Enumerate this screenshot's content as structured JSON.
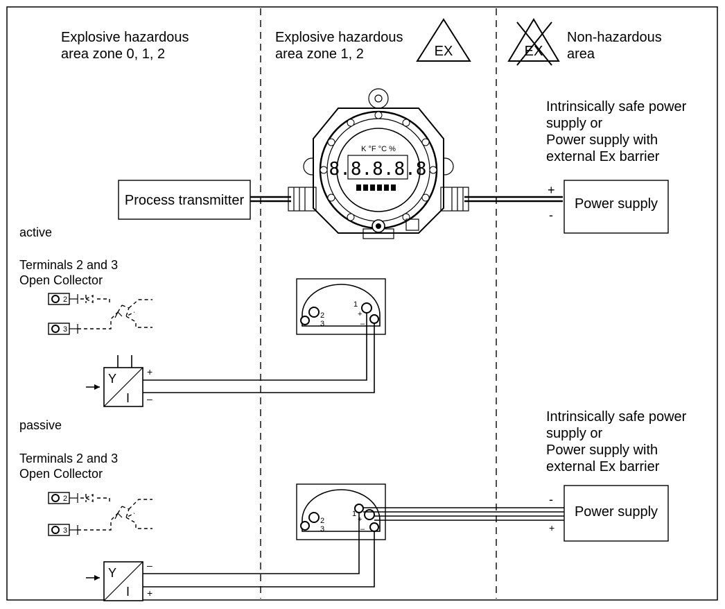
{
  "zones": {
    "zone012": {
      "line1": "Explosive hazardous",
      "line2": "area zone 0, 1, 2"
    },
    "zone12": {
      "line1": "Explosive hazardous",
      "line2": "area zone 1, 2",
      "symbol": "EX"
    },
    "nonhaz": {
      "line1": "Non-hazardous",
      "line2": "area",
      "symbol": "EX"
    }
  },
  "supply_note_top": {
    "line1": "Intrinsically safe power",
    "line2": "supply or",
    "line3": "Power supply with",
    "line4": "external Ex barrier"
  },
  "supply_note_bottom": {
    "line1": "Intrinsically safe power",
    "line2": "supply or",
    "line3": "Power supply with",
    "line4": "external Ex barrier"
  },
  "process_transmitter": "Process transmitter",
  "power_supply_top": {
    "label": "Power supply",
    "plus": "+",
    "minus": "-"
  },
  "power_supply_bottom": {
    "label": "Power supply",
    "plus": "+",
    "minus": "-"
  },
  "display": {
    "units": "K °F °C %",
    "digits": "8.8.8.8.8"
  },
  "active": {
    "title": "active",
    "terminals_line1": "Terminals 2 and 3",
    "terminals_line2": "Open Collector",
    "term2": "2",
    "term3": "3",
    "converter": {
      "y": "Y",
      "i": "I",
      "plus": "+",
      "minus": "–"
    },
    "module": {
      "t1": "1",
      "t2": "2",
      "t3": "3",
      "plus": "+",
      "minus": "–"
    }
  },
  "passive": {
    "title": "passive",
    "terminals_line1": "Terminals 2 and 3",
    "terminals_line2": "Open Collector",
    "term2": "2",
    "term3": "3",
    "converter": {
      "y": "Y",
      "i": "I",
      "plus": "+",
      "minus": "–"
    },
    "module": {
      "t1": "1",
      "t2": "2",
      "t3": "3",
      "plus": "+",
      "minus": "–"
    }
  },
  "colors": {
    "line": "#000000",
    "background": "#ffffff"
  }
}
